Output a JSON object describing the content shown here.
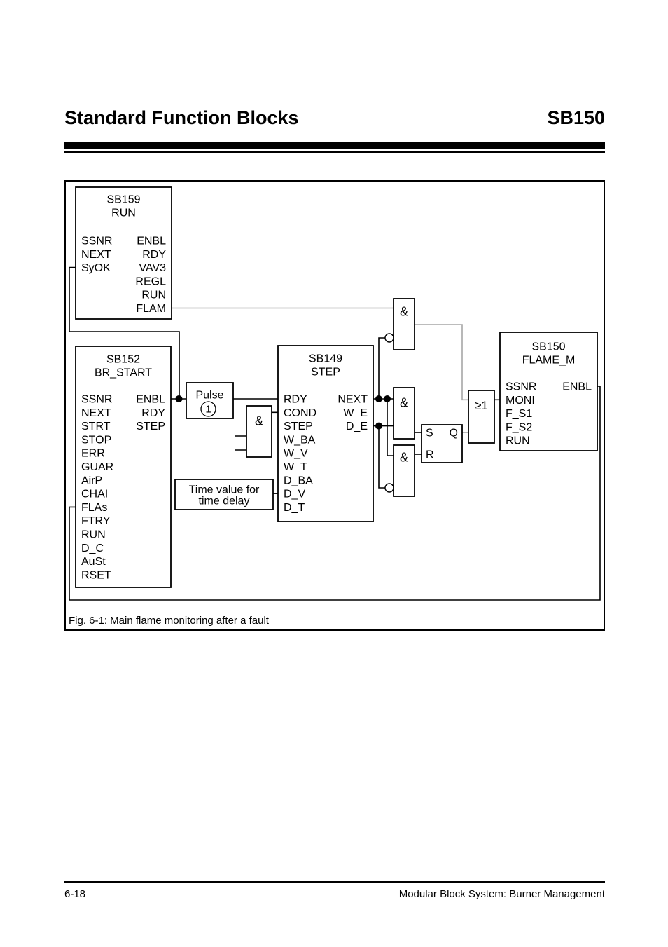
{
  "header": {
    "title": "Standard Function Blocks",
    "code": "SB150"
  },
  "figure": {
    "caption": "Fig. 6-1: Main flame monitoring after a fault"
  },
  "footer": {
    "page_number": "6-18",
    "manual_title": "Modular Block System: Burner Management"
  },
  "diagram": {
    "sb159": {
      "title": "SB159",
      "subtitle": "RUN",
      "inputs": [
        "SSNR",
        "NEXT",
        "SyOK"
      ],
      "outputs": [
        "ENBL",
        "RDY",
        "VAV3",
        "REGL",
        "RUN",
        "FLAM"
      ]
    },
    "sb152": {
      "title": "SB152",
      "subtitle": "BR_START",
      "inputs": [
        "SSNR",
        "NEXT",
        "STRT",
        "STOP",
        "ERR",
        "GUAR",
        "AirP",
        "CHAI",
        "FLAs",
        "FTRY",
        "RUN",
        "D_C",
        "AuSt",
        "RSET"
      ],
      "outputs": [
        "ENBL",
        "RDY",
        "STEP"
      ]
    },
    "sb149": {
      "title": "SB149",
      "subtitle": "STEP",
      "inputs": [
        "RDY",
        "COND",
        "STEP",
        "W_BA",
        "W_V",
        "W_T",
        "D_BA",
        "D_V",
        "D_T"
      ],
      "outputs": [
        "NEXT",
        "W_E",
        "D_E"
      ]
    },
    "sb150": {
      "title": "SB150",
      "subtitle": "FLAME_M",
      "inputs": [
        "SSNR",
        "MONI",
        "F_S1",
        "F_S2",
        "RUN"
      ],
      "outputs": [
        "ENBL"
      ]
    },
    "pulse": {
      "label": "Pulse",
      "number": "1"
    },
    "time_value": {
      "line1": "Time value for",
      "line2": "time delay"
    },
    "gates": {
      "and": "&",
      "or": "≥1"
    },
    "flipflop": {
      "set": "S",
      "reset": "R",
      "q": "Q"
    },
    "colors": {
      "wire_black": "#000000",
      "wire_gray": "#a6a6a6"
    }
  }
}
